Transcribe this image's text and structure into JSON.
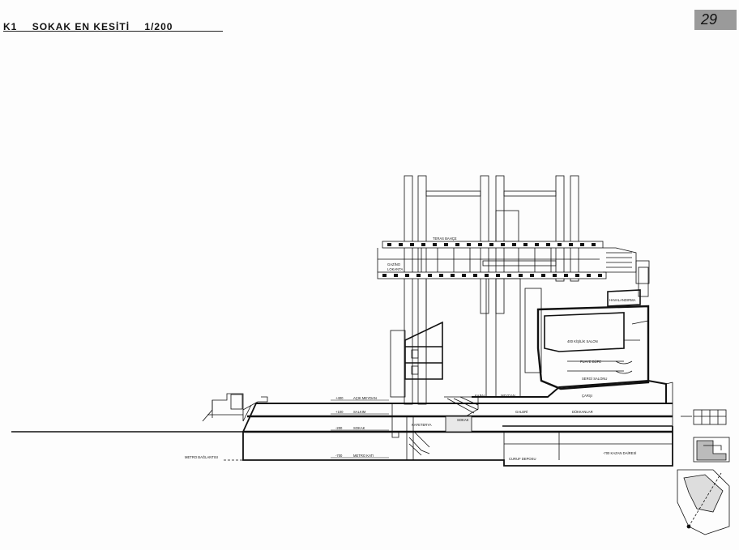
{
  "sheet": {
    "code": "K1",
    "title": "SOKAK EN KESİTİ",
    "scale": "1/200",
    "number": "29"
  },
  "levels": [
    {
      "value": "+400",
      "name": "AÇIK MEYDAN"
    },
    {
      "value": "+100",
      "name": "SALKIM"
    },
    {
      "value": "-200",
      "name": "SOKAK"
    },
    {
      "value": "-700",
      "name": "METRO KATI"
    }
  ],
  "labels": {
    "teras": "TERAS BAHÇE",
    "gazino": "GAZİNO",
    "lokanta": "LOKANTA",
    "havalandirma": "HAVALANDIRMA",
    "muzik": "400 KİŞİLİK SALON",
    "fuaye": "FUAYE BÜFE",
    "sergi": "SERGİ SALONU",
    "kapali": "KAPALI",
    "meydan": "MEYDAN",
    "carsi": "ÇARŞI",
    "galeri": "GALERİ",
    "dukkanlar": "DÜKKANLAR",
    "kafeterya": "KAFETERYA",
    "sokak": "SOKAK",
    "metro_baglantisi": "METRO BAĞLANTISI",
    "curuf": "CURUF DEPOSU",
    "kazan": "-700 KAZAN DAİRESİ"
  }
}
